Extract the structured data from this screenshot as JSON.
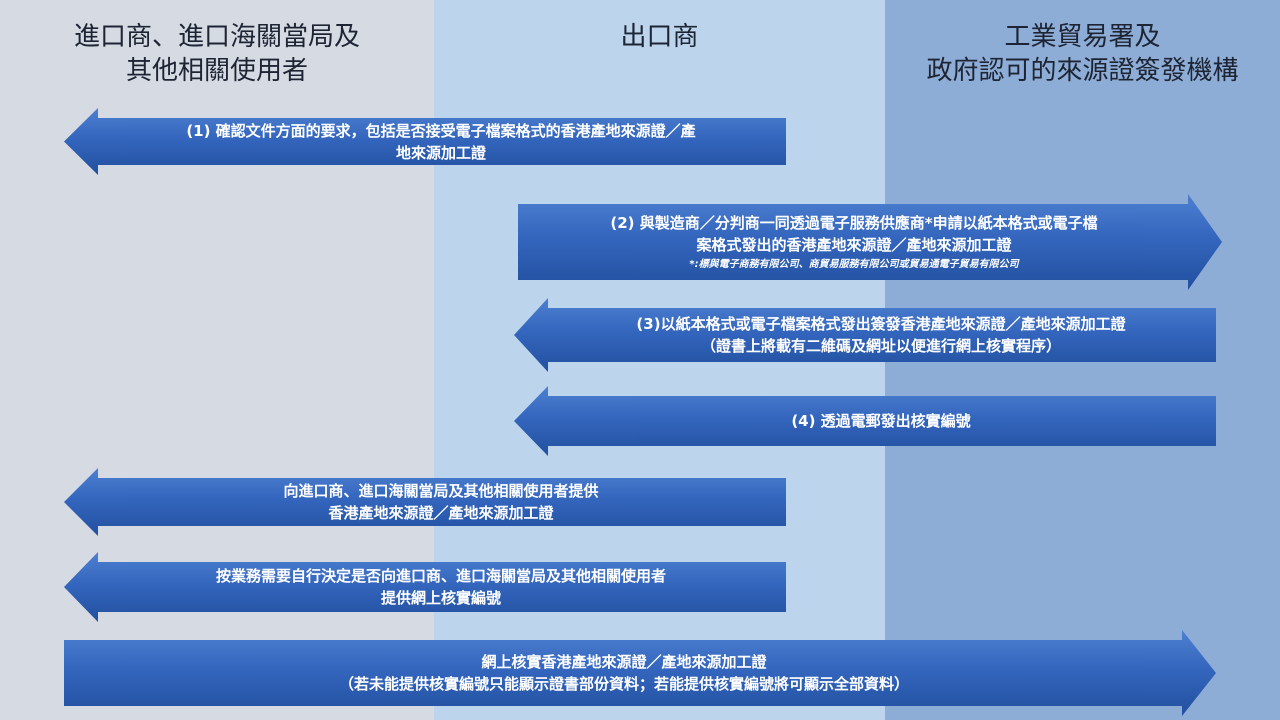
{
  "columns": {
    "importers": {
      "line1": "進口商、進口海關當局及",
      "line2": "其他相關使用者"
    },
    "exporters": {
      "line1": "出口商"
    },
    "issuers": {
      "line1": "工業貿易署及",
      "line2": "政府認可的來源證簽發機構"
    }
  },
  "steps": {
    "step1": {
      "line1": "(1) 確認文件方面的要求，包括是否接受電子檔案格式的香港產地來源證／產",
      "line2": "地來源加工證"
    },
    "step2": {
      "line1": "(2) 與製造商／分判商一同透過電子服務供應商*申請以紙本格式或電子檔",
      "line2": "案格式發出的香港產地來源證／產地來源加工證",
      "note": "*:標與電子商務有限公司、商貿易服務有限公司或貿易通電子貿易有限公司"
    },
    "step3": {
      "line1": "(3)以紙本格式或電子檔案格式發出簽發香港產地來源證／產地來源加工證",
      "line2": "（證書上將載有二維碼及網址以便進行網上核實程序）"
    },
    "step4": {
      "line1": "(4) 透過電郵發出核實編號"
    },
    "step5": {
      "line1": "向進口商、進口海關當局及其他相關使用者提供",
      "line2": "香港產地來源證／產地來源加工證"
    },
    "step6": {
      "line1": "按業務需要自行決定是否向進口商、進口海關當局及其他相關使用者",
      "line2": "提供網上核實編號"
    },
    "step7": {
      "line1": "網上核實香港產地來源證／產地來源加工證",
      "line2": "（若未能提供核實編號只能顯示證書部份資料；若能提供核實編號將可顯示全部資料）"
    }
  },
  "colors": {
    "column_importers": "#d6dbe3",
    "column_exporters": "#bdd5ec",
    "column_issuers": "#8eadd6",
    "arrow": "#3466be"
  }
}
